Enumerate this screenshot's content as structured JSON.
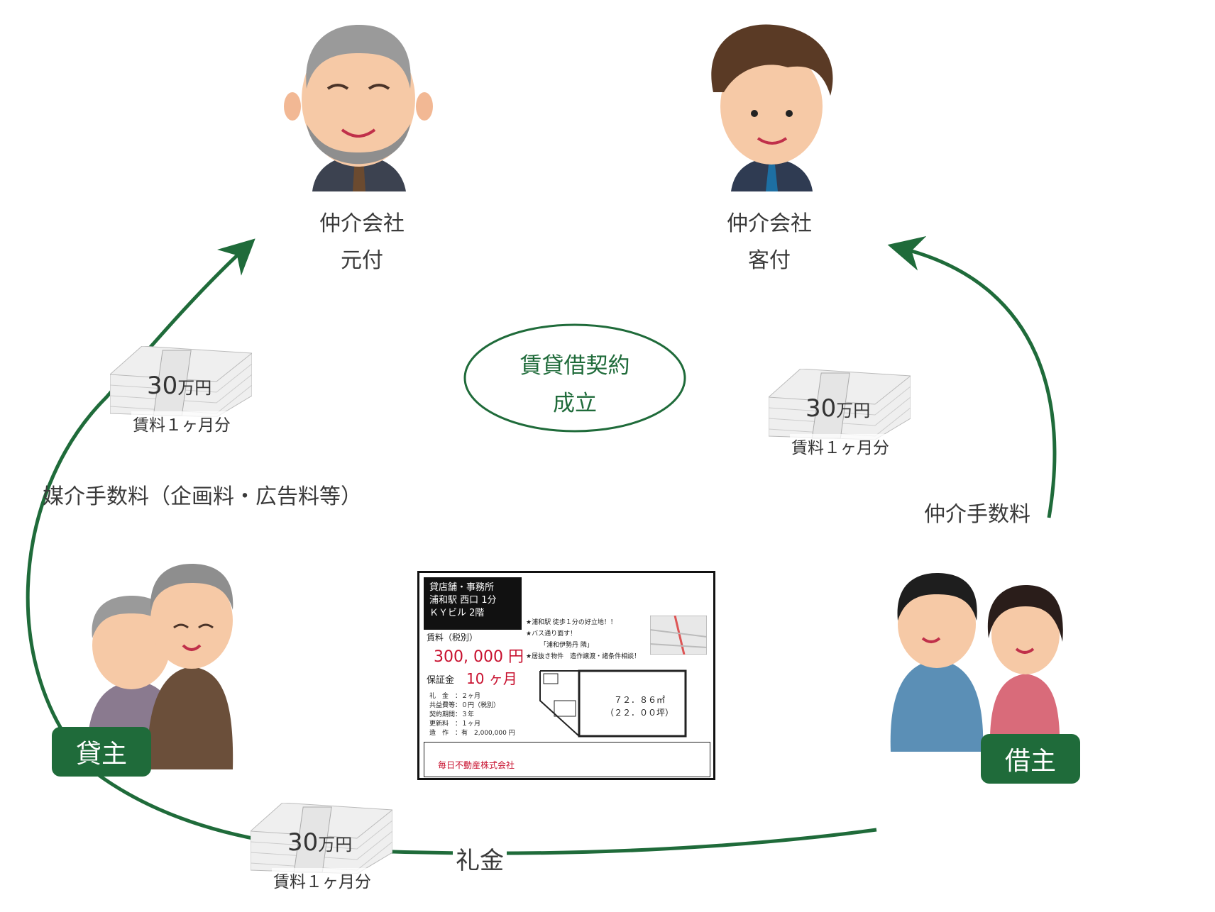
{
  "people": {
    "origin_broker": {
      "line1": "仲介会社",
      "line2": "元付"
    },
    "client_broker": {
      "line1": "仲介会社",
      "line2": "客付"
    },
    "landlord_badge": "貸主",
    "tenant_badge": "借主"
  },
  "contract": {
    "line1": "賃貸借契約",
    "line2": "成立"
  },
  "flows": {
    "landlord_fee_label": "媒介手数料（企画料・広告料等）",
    "tenant_fee_label": "仲介手数料",
    "key_money_label": "礼金"
  },
  "money": {
    "amount": "30",
    "unit": "万円",
    "note": "賃料１ヶ月分"
  },
  "listing": {
    "head_line1": "貸店舗・事務所",
    "head_line2": "浦和駅 西口 1分",
    "head_line3": "ＫＹビル 2階",
    "rent_label": "賃料（税別）",
    "rent_value": "300, 000 円",
    "deposit_label": "保証金",
    "deposit_value": "10 ヶ月",
    "bullet1": "★浦和駅 徒歩１分の好立地！！",
    "bullet2": "★バス通り面す！",
    "bullet3": "「浦和伊勢丹 隣」",
    "bullet4": "★居抜き物件　造作譲渡・諸条件相談！",
    "cond1": "礼　金　：２ヶ月",
    "cond2": "共益費等：０円（税別）",
    "cond3": "契約期間：３年",
    "cond4": "更新料　：１ヶ月",
    "cond5": "造　作　：有　2,000,000 円",
    "area_line1": "７２．８６㎡",
    "area_line2": "（２２．００坪）",
    "company": "毎日不動産株式会社"
  },
  "colors": {
    "accent": "#1f6b3a",
    "money": "#c8102e"
  }
}
